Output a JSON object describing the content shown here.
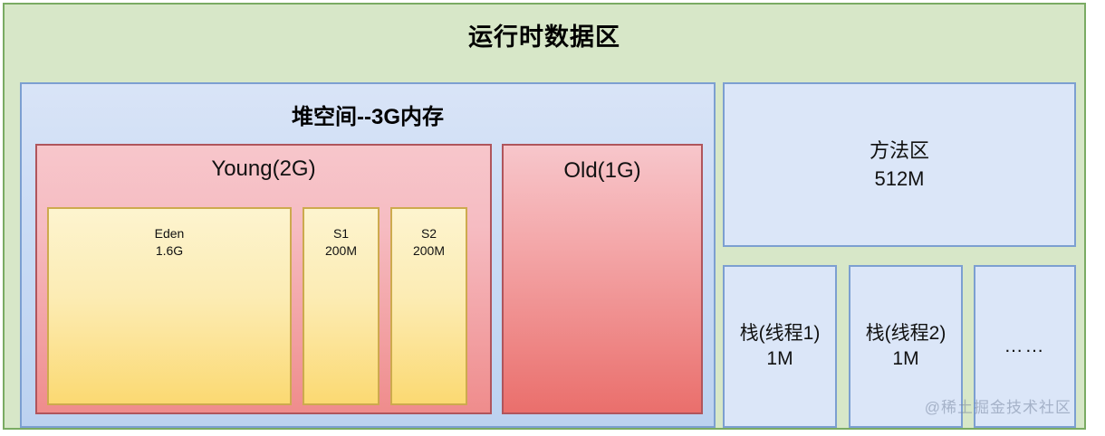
{
  "diagram": {
    "title": "运行时数据区",
    "watermark": "@稀土掘金技术社区",
    "colors": {
      "outer_bg": "#d7e7c8",
      "outer_border": "#7aab63",
      "heap_bg": "#cbdcf5",
      "heap_border": "#7c9fd1",
      "young_bg": "#f4b4ba",
      "young_border": "#b0555c",
      "old_bg": "#f0999a",
      "space_bg": "#fbe49a",
      "space_border": "#cdaa4e",
      "panel_bg": "#dbe6f8"
    }
  },
  "heap": {
    "title": "堆空间--3G内存",
    "young": {
      "title": "Young(2G)",
      "spaces": [
        {
          "name": "Eden",
          "size": "1.6G"
        },
        {
          "name": "S1",
          "size": "200M"
        },
        {
          "name": "S2",
          "size": "200M"
        }
      ]
    },
    "old": {
      "title": "Old(1G)"
    }
  },
  "method_area": {
    "name": "方法区",
    "size": "512M"
  },
  "stacks": [
    {
      "name": "栈(线程1)",
      "size": "1M"
    },
    {
      "name": "栈(线程2)",
      "size": "1M"
    },
    {
      "name": "……",
      "size": ""
    }
  ]
}
